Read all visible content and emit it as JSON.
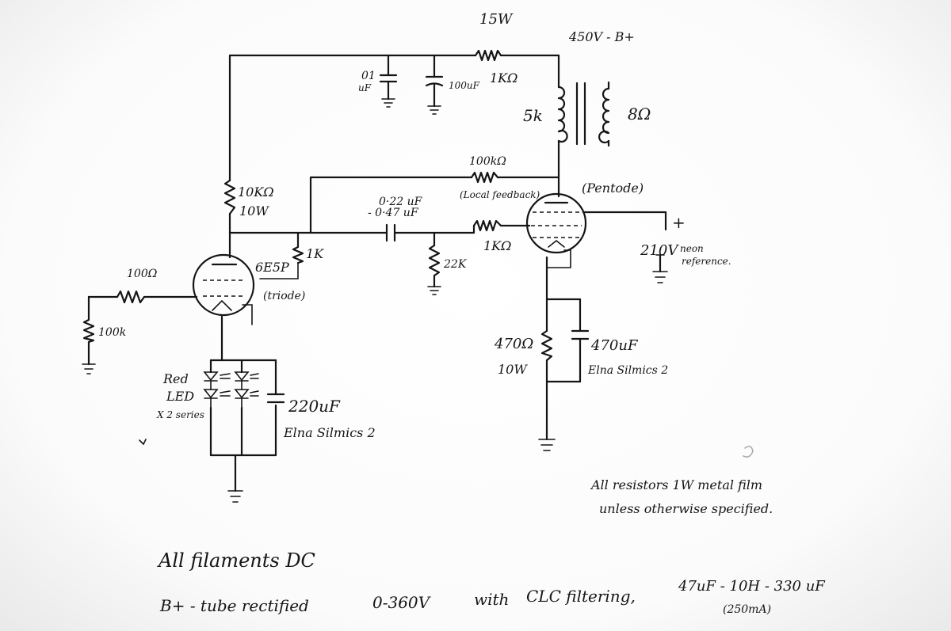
{
  "labels": {
    "power_rating": "15W",
    "bplus_voltage": "450V - B+",
    "cap_01": "01",
    "cap_01_unit": "uF",
    "cap_100uf": "100uF",
    "res_1k_top": "1KΩ",
    "primary_5k": "5k",
    "secondary_8": "8Ω",
    "res_100k_fb": "100kΩ",
    "local_feedback": "(Local feedback)",
    "pentode": "(Pentode)",
    "res_10k": "10KΩ",
    "res_10k_w": "10W",
    "cap_022": "0·22 uF",
    "cap_047": "- 0·47 uF",
    "res_1k_grid": "1KΩ",
    "tube_6e5p": "6E5P",
    "res_1k_small": "1K",
    "triode": "(triode)",
    "res_22k": "22K",
    "res_100_in": "100Ω",
    "res_100k_in": "100k",
    "ref_voltage": "210V",
    "ref_desc_1": "neon",
    "ref_desc_2": "reference.",
    "plus_sign": "+",
    "res_470": "470Ω",
    "res_470_w": "10W",
    "cap_470uf": "470uF",
    "cap_470uf_brand": "Elna Silmics 2",
    "led_label_1": "Red",
    "led_label_2": "LED",
    "led_label_3": "X 2 series",
    "cap_220uf": "220uF",
    "cap_220uf_brand": "Elna Silmics 2",
    "note_resistors_1": "All resistors 1W metal film",
    "note_resistors_2": "unless otherwise specified.",
    "note_filaments": "All filaments DC",
    "note_bplus_a": "B+ - tube rectified",
    "note_bplus_b": "0-360V",
    "note_bplus_c": "with",
    "note_bplus_d": "CLC filtering,",
    "note_bplus_e": "47uF - 10H - 330 uF",
    "note_bplus_f": "(250mA)"
  }
}
